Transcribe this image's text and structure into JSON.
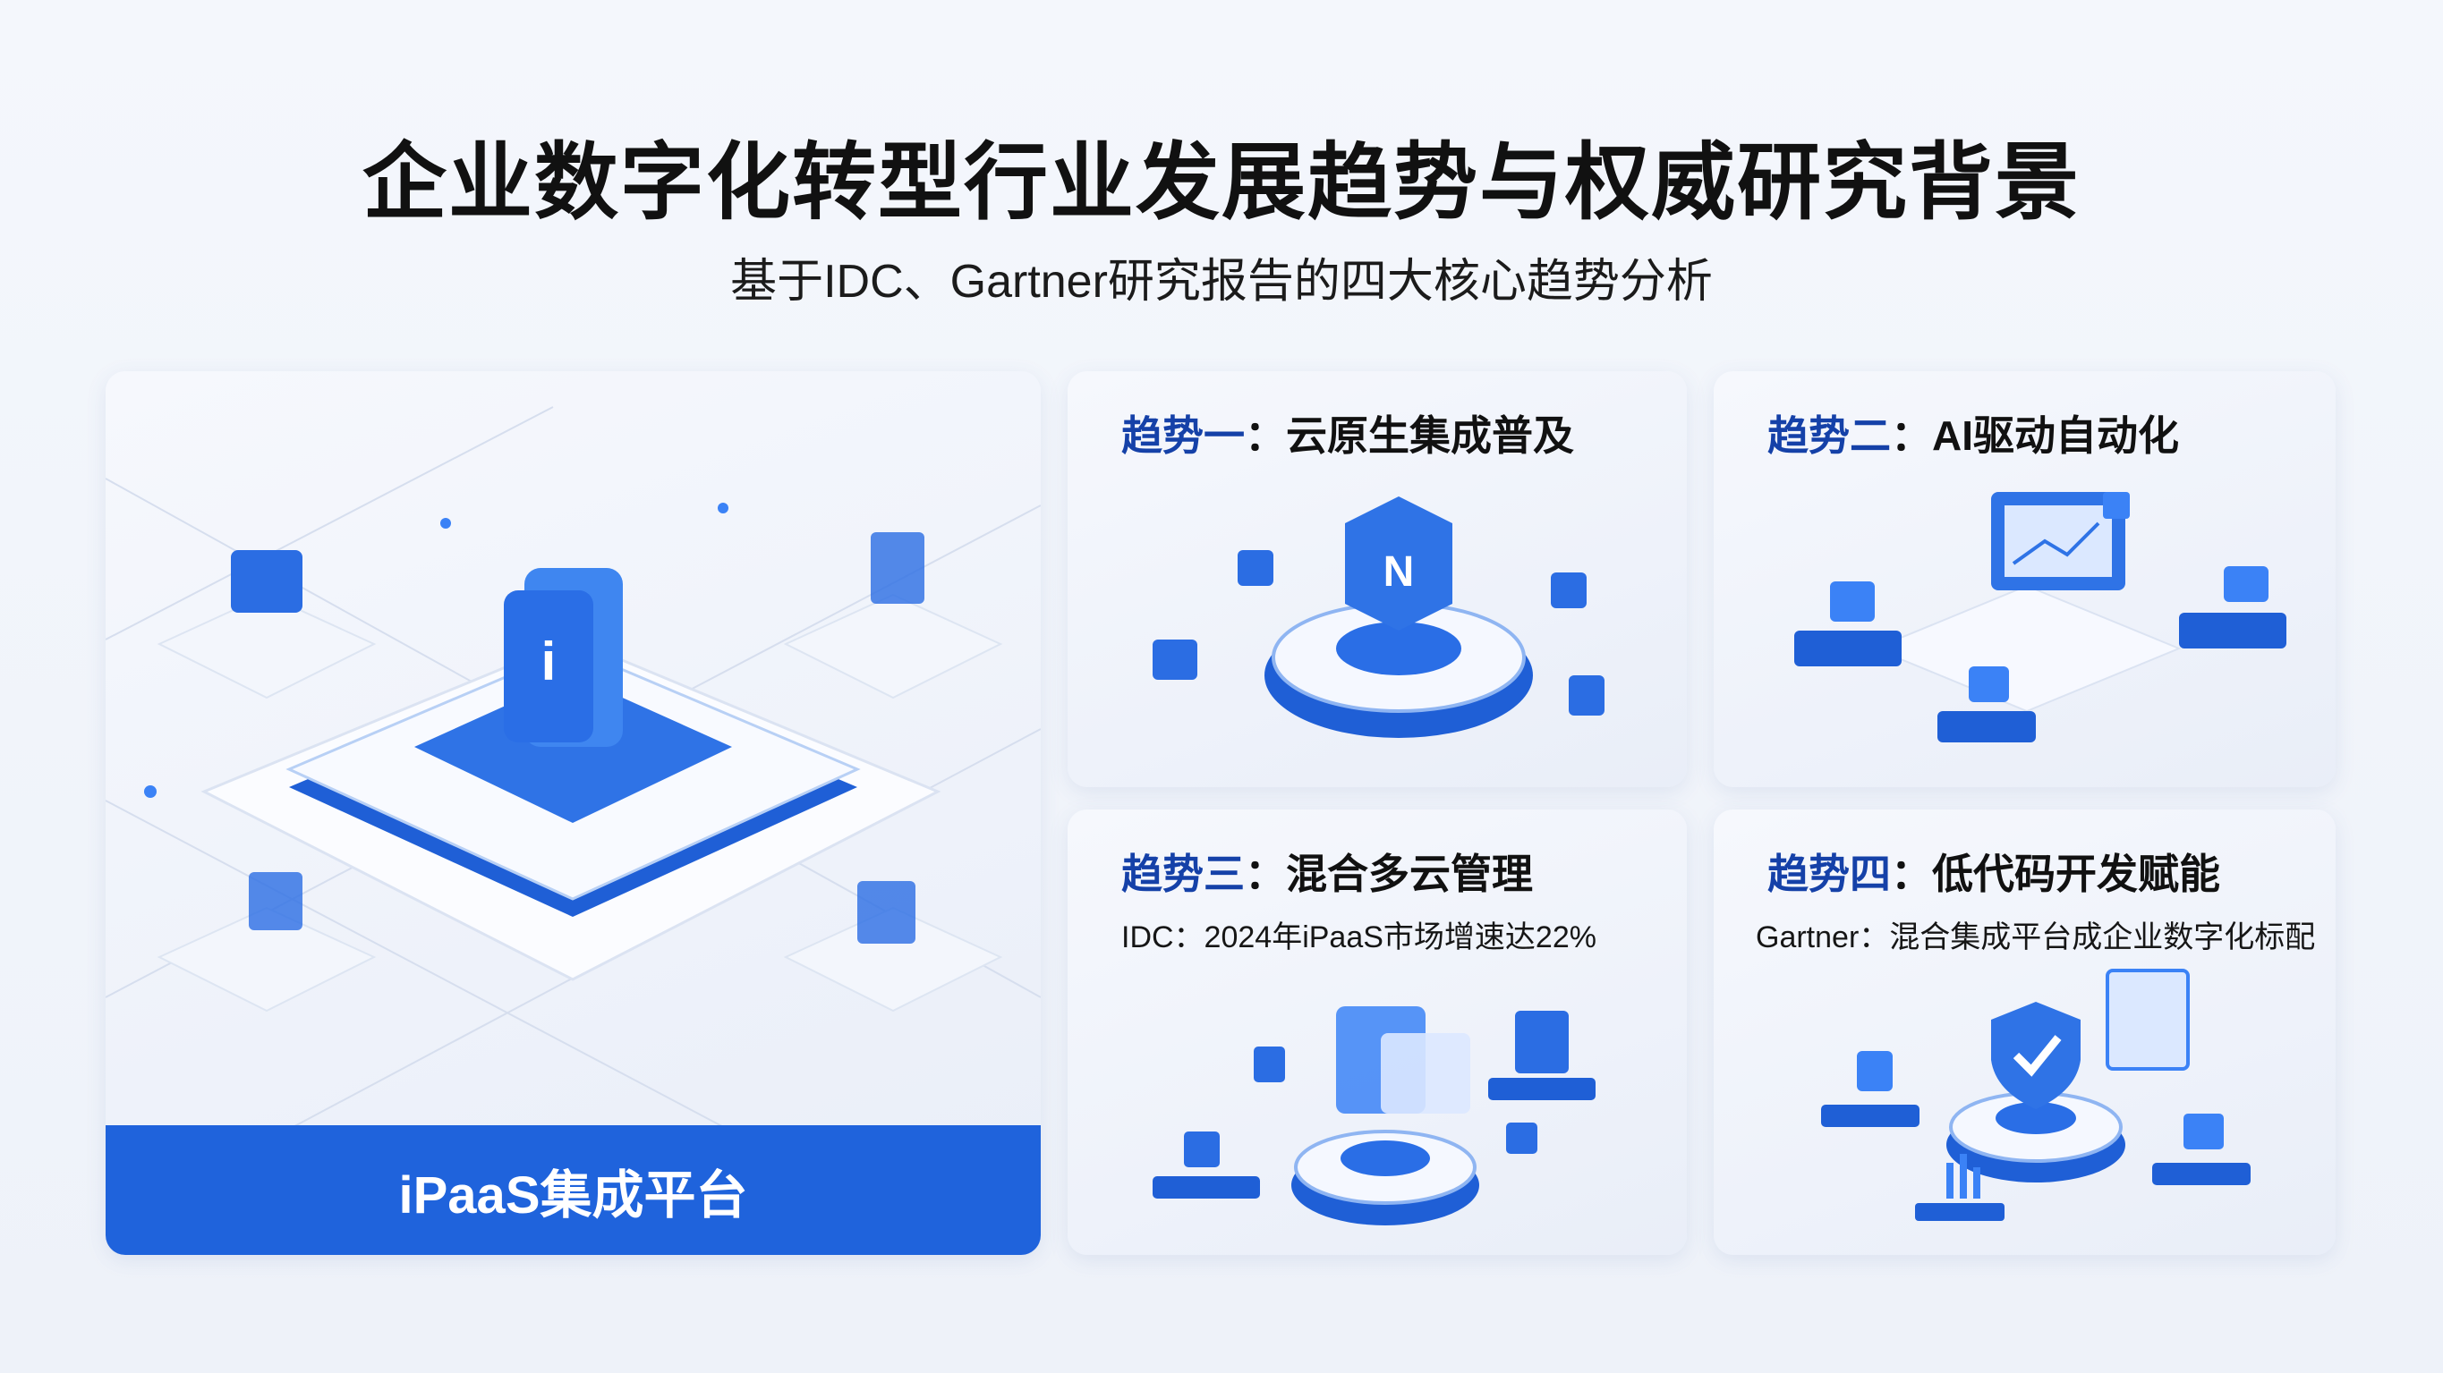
{
  "header": {
    "title": "企业数字化转型行业发展趋势与权威研究背景",
    "subtitle": "基于IDC、Gartner研究报告的四大核心趋势分析"
  },
  "main_card": {
    "label": "iPaaS集成平台"
  },
  "trends": [
    {
      "prefix": "趋势一",
      "sep": "：",
      "title": "云原生集成普及"
    },
    {
      "prefix": "趋势二",
      "sep": "：",
      "title": "AI驱动自动化"
    },
    {
      "prefix": "趋势三",
      "sep": "：",
      "title": "混合多云管理",
      "note": "IDC：2024年iPaaS市场增速达22%"
    },
    {
      "prefix": "趋势四",
      "sep": "：",
      "title": "低代码开发赋能",
      "note": "Gartner：混合集成平台成企业数字化标配"
    }
  ],
  "colors": {
    "accent": "#1f63dc",
    "heading_blue": "#1541a8"
  }
}
